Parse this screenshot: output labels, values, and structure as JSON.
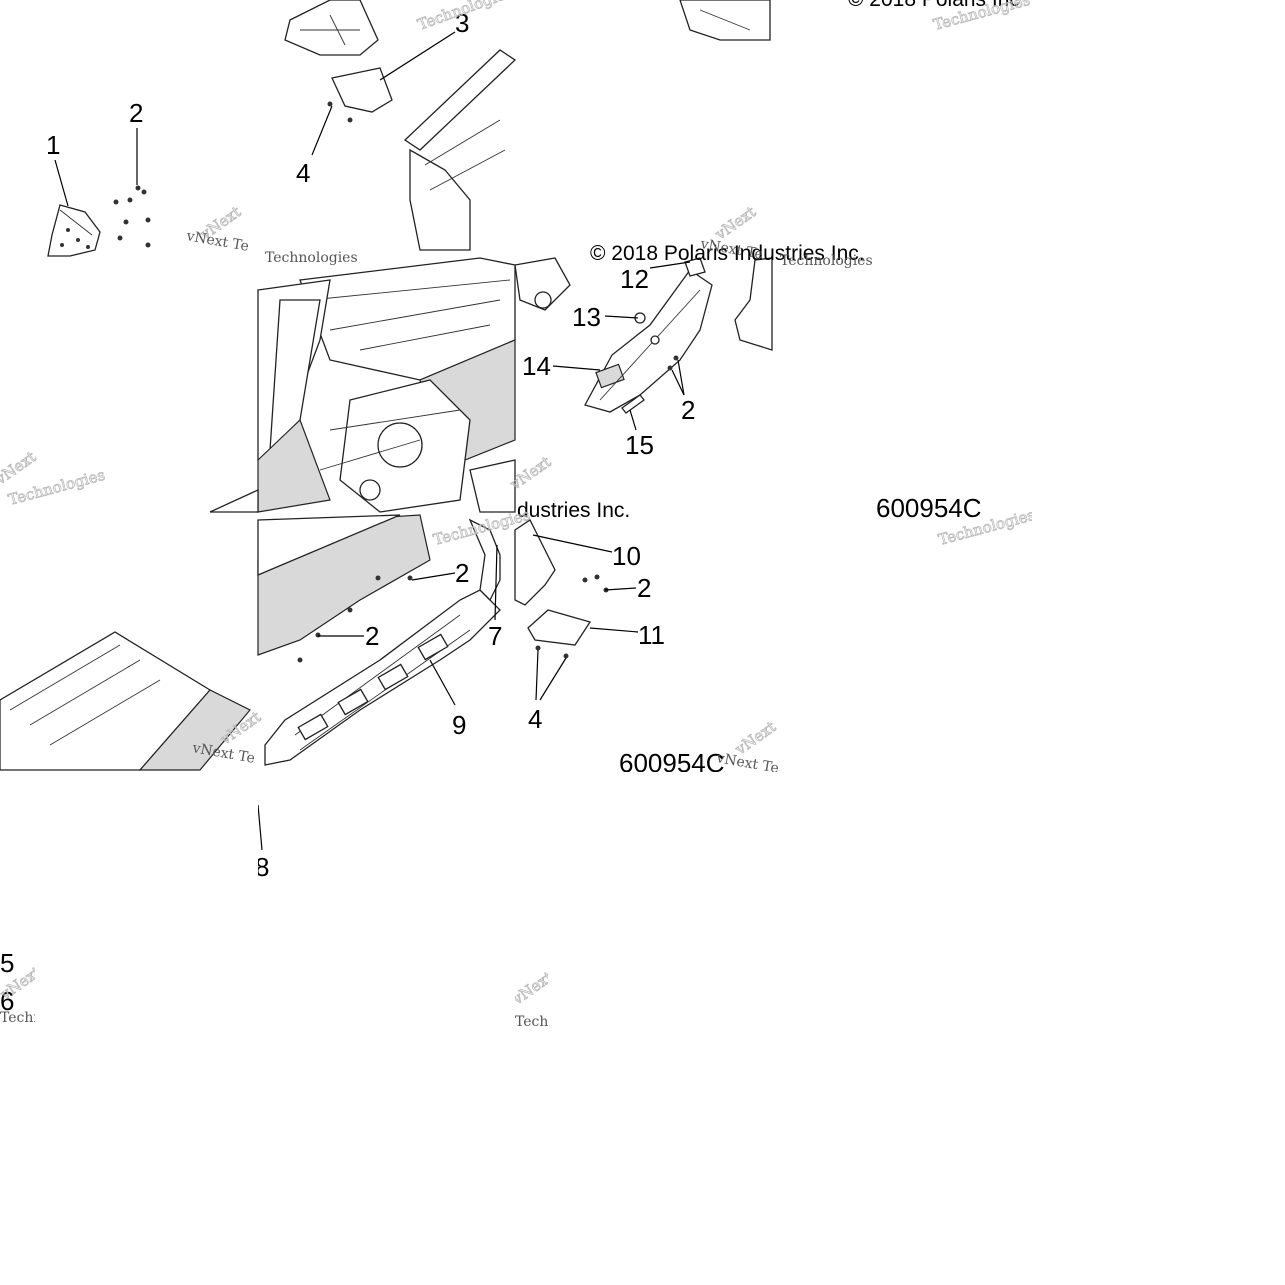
{
  "diagram": {
    "callouts": {
      "c1": "1",
      "c2a": "2",
      "c3": "3",
      "c4a": "4",
      "c12": "12",
      "c13": "13",
      "c14": "14",
      "c2b": "2",
      "c15": "15",
      "c10": "10",
      "c2c": "2",
      "c11": "11",
      "c4b": "4",
      "c2d": "2",
      "c2e": "2",
      "c7": "7",
      "c9": "9",
      "c8": "8",
      "c5": "5",
      "c6": "6"
    },
    "copyright_full": "© 2018 Polaris Industries Inc.",
    "copyright_fragment_top": "© 2018 Polaris Inc",
    "copyright_fragment_mid": "dustries Inc.",
    "part_number": "600954C",
    "part_number_fragment": "600954C",
    "watermark": {
      "brand": "vNext",
      "company": "Technologies",
      "short": "vNext Te",
      "frag": "Techn"
    }
  }
}
